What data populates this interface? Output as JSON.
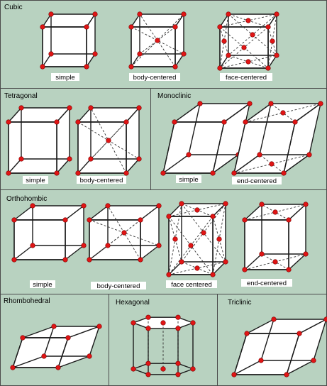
{
  "panels": {
    "cubic": {
      "title": "Cubic",
      "labels": {
        "simple": "simple",
        "body": "body-centered",
        "face": "face-centered"
      }
    },
    "tetragonal": {
      "title": "Tetragonal",
      "labels": {
        "simple": "simple",
        "body": "body-centered"
      }
    },
    "monoclinic": {
      "title": "Monoclinic",
      "labels": {
        "simple": "simple",
        "end": "end-centered"
      }
    },
    "orthorhombic": {
      "title": "Orthohombic",
      "labels": {
        "simple": "simple",
        "body": "body-centered",
        "face": "face centered",
        "end": "end-centered"
      }
    },
    "rhombohedral": {
      "title": "Rhombohedral"
    },
    "hexagonal": {
      "title": "Hexagonal"
    },
    "triclinic": {
      "title": "Triclinic"
    }
  },
  "colors": {
    "panel_background": "#b8d2c0",
    "lattice_point": "#e01515",
    "edge": "#1a1a1a",
    "cell_face": "#ffffff"
  }
}
